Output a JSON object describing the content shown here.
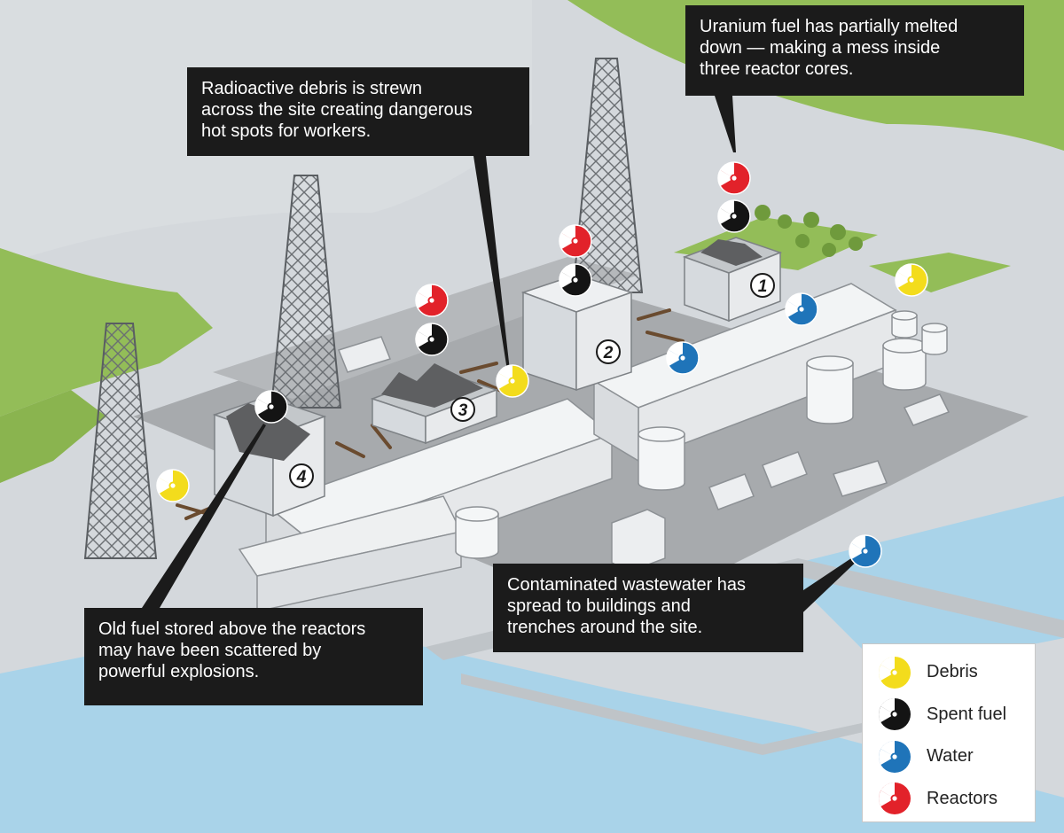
{
  "callouts": {
    "radioactive_debris": {
      "lines": [
        "Radioactive debris is strewn",
        "across the site creating dangerous",
        "hot spots for workers."
      ]
    },
    "uranium_fuel": {
      "lines": [
        "Uranium fuel has partially melted",
        "down — making a mess inside",
        "three reactor cores."
      ]
    },
    "old_fuel": {
      "lines": [
        "Old fuel stored above the reactors",
        "may have been scattered by",
        "powerful explosions."
      ]
    },
    "wastewater": {
      "lines": [
        "Contaminated wastewater has",
        "spread to buildings and",
        "trenches around the site."
      ]
    }
  },
  "reactor_numbers": [
    "1",
    "2",
    "3",
    "4"
  ],
  "legend": [
    {
      "label": "Debris",
      "color": "#f3dc1c",
      "icon": "radiation-symbol-icon"
    },
    {
      "label": "Spent fuel",
      "color": "#141414",
      "icon": "radiation-symbol-icon"
    },
    {
      "label": "Water",
      "color": "#1f74b9",
      "icon": "radiation-symbol-icon"
    },
    {
      "label": "Reactors",
      "color": "#e2222a",
      "icon": "radiation-symbol-icon"
    }
  ],
  "colors": {
    "water": "#a9d3e9",
    "land": "#93bd58",
    "ground": "#c9cdd1",
    "callout_bg": "#1b1b1b"
  }
}
